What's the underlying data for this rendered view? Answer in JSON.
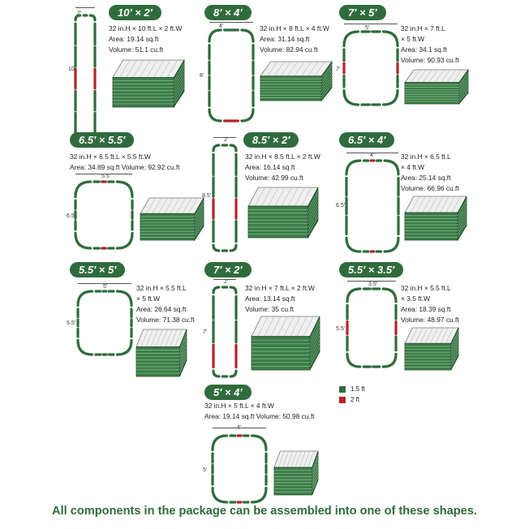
{
  "colors": {
    "segment_1_5ft": "#2f6b3c",
    "segment_2ft": "#b4232a"
  },
  "shapes": [
    {
      "id": "10x2",
      "title": "10′ × 2′",
      "specs": [
        "32 in.H × 10 ft.L × 2 ft.W",
        "Area: 19.14 sq.ft",
        "Volume: 51.1 cu.ft"
      ],
      "dim_top": "2′",
      "dim_side": "10′"
    },
    {
      "id": "8x4",
      "title": "8′ × 4′",
      "specs": [
        "32 in.H × 8 ft.L × 4 ft.W",
        "Area: 31.14 sq.ft",
        "Volume: 82.94 cu.ft"
      ],
      "dim_top": "4′",
      "dim_side": "8′"
    },
    {
      "id": "7x5",
      "title": "7′ × 5′",
      "specs": [
        "32 in.H × 7 ft.L",
        "× 5 ft.W",
        "Area: 34.1 sq.ft",
        "Volume: 90.93 cu.ft"
      ],
      "dim_top": "5′",
      "dim_side": "7′"
    },
    {
      "id": "6.5x5.5",
      "title": "6.5′ × 5.5′",
      "specs": [
        "32 in.H × 6.5 ft.L × 5.5 ft.W",
        "Area: 34.89 sq.ft Volume: 92.92 cu.ft"
      ],
      "dim_top": "5.5′",
      "dim_side": "6.5′"
    },
    {
      "id": "8.5x2",
      "title": "8.5′ × 2′",
      "specs": [
        "32 in.H × 8.5 ft.L × 2 ft.W",
        "Area: 16.14 sq.ft",
        "Volume: 42.99 cu.ft"
      ],
      "dim_top": "2′",
      "dim_side": "8.5′"
    },
    {
      "id": "6.5x4",
      "title": "6.5′ × 4′",
      "specs": [
        "32 in.H × 6.5 ft.L",
        "× 4 ft.W",
        "Area: 25.14 sq.ft",
        "Volume: 66.96 cu.ft"
      ],
      "dim_top": "4′",
      "dim_side": "6.5′"
    },
    {
      "id": "5.5x5",
      "title": "5.5′ × 5′",
      "specs": [
        "32 in.H × 5.5 ft.L",
        "× 5 ft.W",
        "Area: 26.64 sq.ft",
        "Volume: 71.38 cu.ft"
      ],
      "dim_top": "5′",
      "dim_side": "5.5′"
    },
    {
      "id": "7x2",
      "title": "7′ × 2′",
      "specs": [
        "32 in.H × 7 ft.L × 2 ft.W",
        "Area: 13.14 sq.ft",
        "Volume: 35 cu.ft"
      ],
      "dim_top": "2′",
      "dim_side": "7′"
    },
    {
      "id": "5.5x3.5",
      "title": "5.5′ × 3.5′",
      "specs": [
        "32 in.H × 5.5 ft.L",
        "× 3.5 ft.W",
        "Area: 18.39 sq.ft",
        "Volume: 48.97 cu.ft"
      ],
      "dim_top": "3.5′",
      "dim_side": "5.5′"
    },
    {
      "id": "5x4",
      "title": "5′ × 4′",
      "specs": [
        "32 in.H × 5 ft.L × 4 ft.W",
        "Area: 19.14 sq.ft Volume: 50.98 cu.ft"
      ],
      "dim_top": "4′",
      "dim_side": "5′"
    }
  ],
  "legend": [
    {
      "label": "1.5 ft",
      "color": "#2f6b3c"
    },
    {
      "label": "2 ft",
      "color": "#b4232a"
    }
  ],
  "footer": "All components in the package can be assembled into one of these shapes."
}
